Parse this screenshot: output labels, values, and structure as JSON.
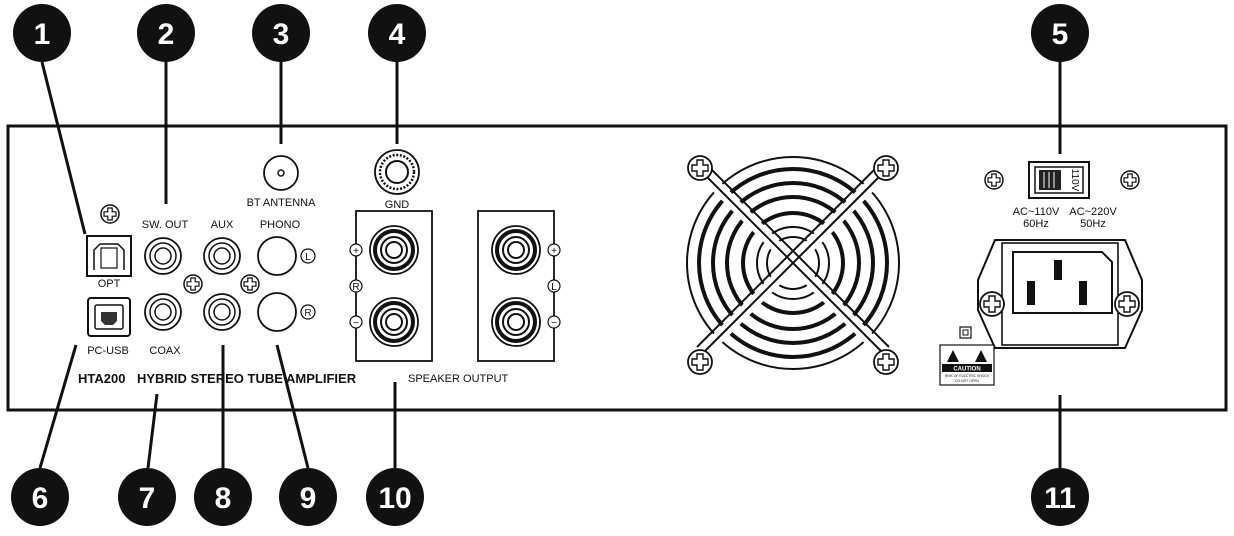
{
  "badges": [
    "1",
    "2",
    "3",
    "4",
    "5",
    "6",
    "7",
    "8",
    "9",
    "10",
    "11"
  ],
  "labels": {
    "opt": "OPT",
    "sw_out": "SW. OUT",
    "aux": "AUX",
    "phono": "PHONO",
    "bt_antenna": "BT ANTENNA",
    "gnd": "GND",
    "pc_usb": "PC-USB",
    "coax": "COAX",
    "model": "HTA200",
    "model_desc": "HYBRID STEREO TUBE AMPLIFIER",
    "speaker_output": "SPEAKER OUTPUT",
    "ac_110": "AC~110V",
    "hz_60": "60Hz",
    "ac_220": "AC~220V",
    "hz_50": "50Hz",
    "switch_value": "110V",
    "caution": "CAUTION",
    "caution_line1": "RISK OF ELECTRIC SHOCK",
    "caution_line2": "DO NOT OPEN"
  },
  "channel_markers": {
    "left": "L",
    "right": "R",
    "plus": "+",
    "minus": "−"
  }
}
